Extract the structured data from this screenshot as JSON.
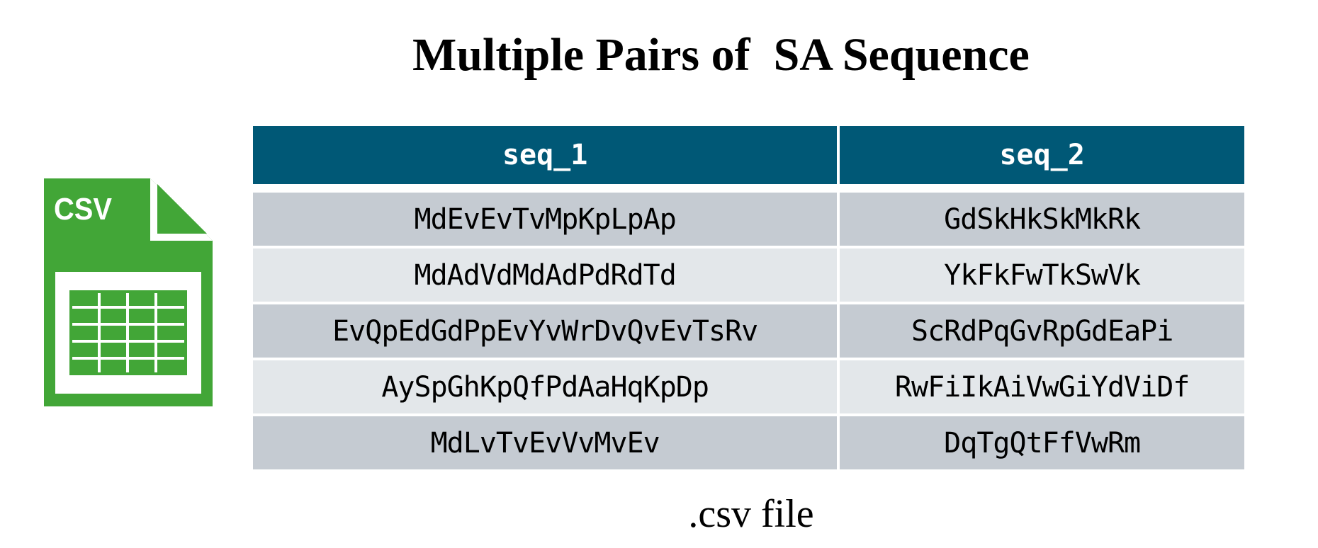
{
  "title": "Multiple Pairs of  SA Sequence",
  "icon": {
    "label": "CSV",
    "color": "#42a637"
  },
  "table": {
    "headers": [
      "seq_1",
      "seq_2"
    ],
    "rows": [
      [
        "MdEvEvTvMpKpLpAp",
        "GdSkHkSkMkRk"
      ],
      [
        "MdAdVdMdAdPdRdTd",
        "YkFkFwTkSwVk"
      ],
      [
        "EvQpEdGdPpEvYvWrDvQvEvTsRv",
        "ScRdPqGvRpGdEaPi"
      ],
      [
        "AySpGhKpQfPdAaHqKpDp",
        "RwFiIkAiVwGiYdViDf"
      ],
      [
        "MdLvTvEvVvMvEv",
        "DqTgQtFfVwRm"
      ]
    ],
    "header_color": "#005876",
    "row_colors": [
      "#c5cbd2",
      "#e3e7ea"
    ]
  },
  "caption": ".csv file"
}
